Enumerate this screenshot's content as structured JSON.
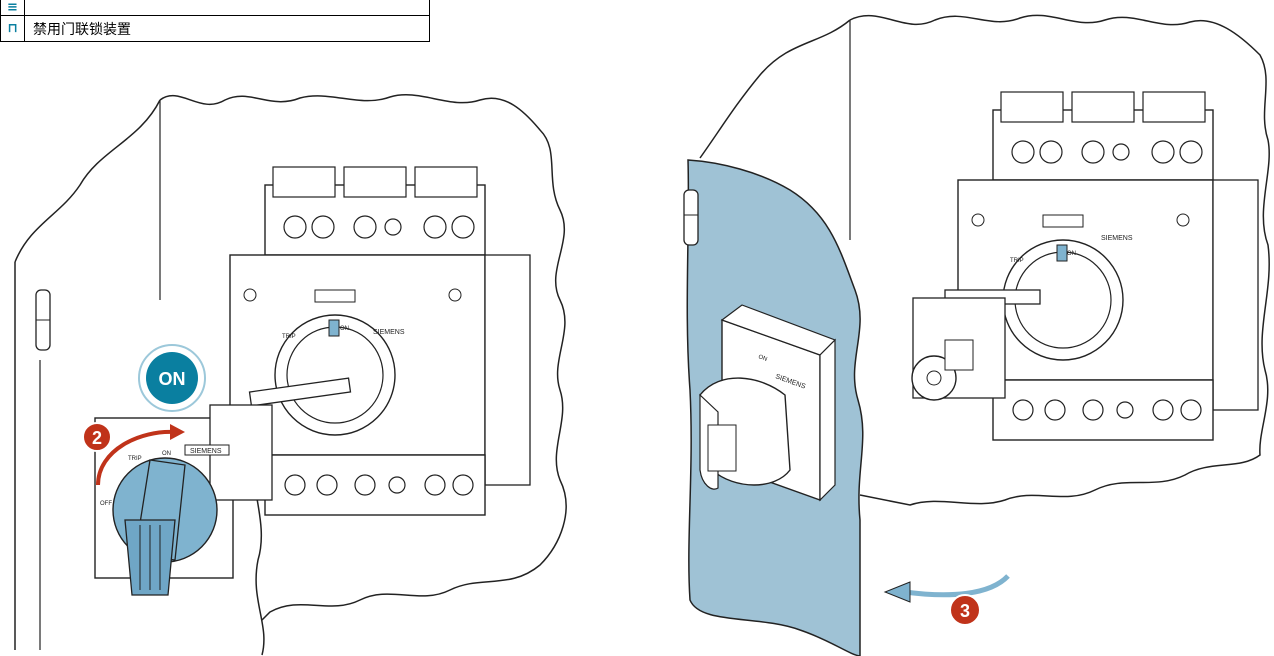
{
  "legend": {
    "rows": [
      {
        "icon": "≡",
        "text": ""
      },
      {
        "icon": "⊓",
        "text": "禁用门联锁装置"
      }
    ]
  },
  "steps": {
    "left": "2",
    "right": "3"
  },
  "on_badge": "ON",
  "brand": "SIEMENS",
  "dial": {
    "on": "ON",
    "trip": "TRIP",
    "off": "OFF"
  },
  "handle": {
    "on": "ON",
    "trip": "TRIP",
    "off": "OFF"
  },
  "colors": {
    "accent": "#0a7fa0",
    "door": "#9fc2d5",
    "step_badge": "#c0331a",
    "handle": "#7fb3cf"
  },
  "icons": [
    "list-icon",
    "interlock-icon",
    "hinge-icon",
    "rotate-arrow-icon",
    "door-open-arrow-icon"
  ]
}
